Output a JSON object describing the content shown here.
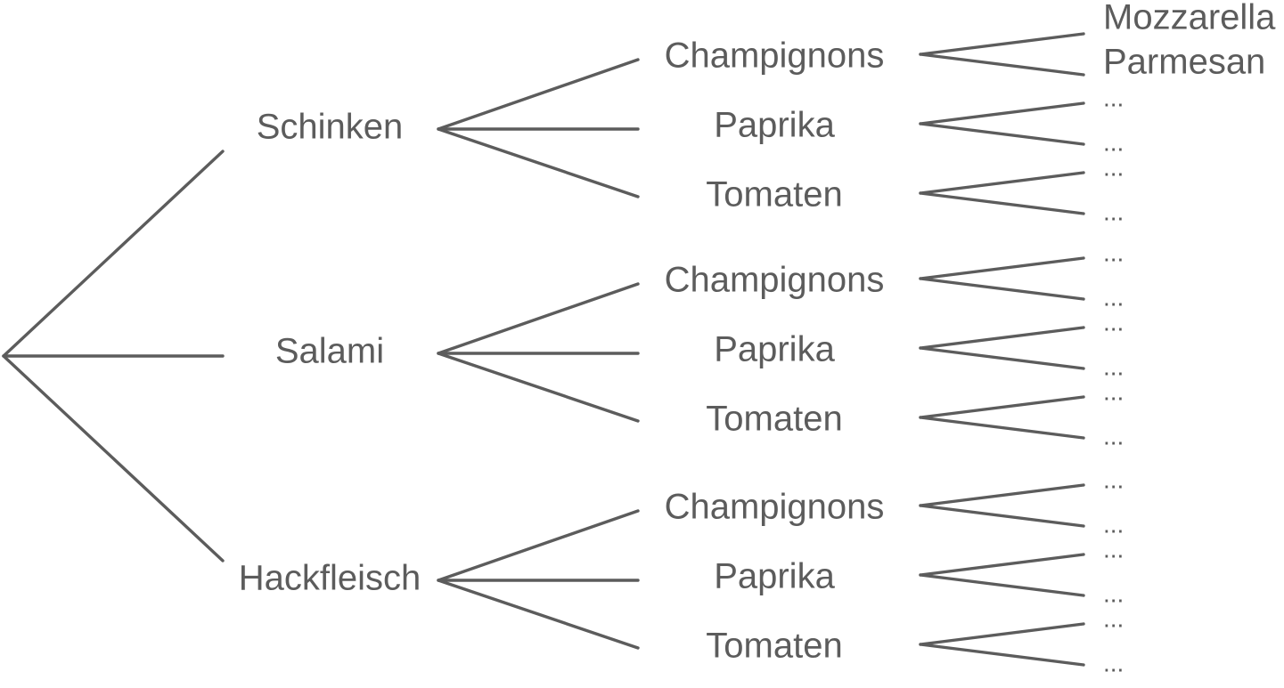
{
  "tree": {
    "branches": [
      {
        "label": "Schinken",
        "children": [
          {
            "label": "Champignons",
            "leaves": [
              "Mozzarella",
              "Parmesan"
            ]
          },
          {
            "label": "Paprika",
            "leaves": [
              "...",
              "..."
            ]
          },
          {
            "label": "Tomaten",
            "leaves": [
              "...",
              "..."
            ]
          }
        ]
      },
      {
        "label": "Salami",
        "children": [
          {
            "label": "Champignons",
            "leaves": [
              "...",
              "..."
            ]
          },
          {
            "label": "Paprika",
            "leaves": [
              "...",
              "..."
            ]
          },
          {
            "label": "Tomaten",
            "leaves": [
              "...",
              "..."
            ]
          }
        ]
      },
      {
        "label": "Hackfleisch",
        "children": [
          {
            "label": "Champignons",
            "leaves": [
              "...",
              "..."
            ]
          },
          {
            "label": "Paprika",
            "leaves": [
              "...",
              "..."
            ]
          },
          {
            "label": "Tomaten",
            "leaves": [
              "...",
              "..."
            ]
          }
        ]
      }
    ],
    "colors": {
      "line": "#5c5c5c",
      "text": "#5c5c5c",
      "background": "#ffffff"
    }
  }
}
